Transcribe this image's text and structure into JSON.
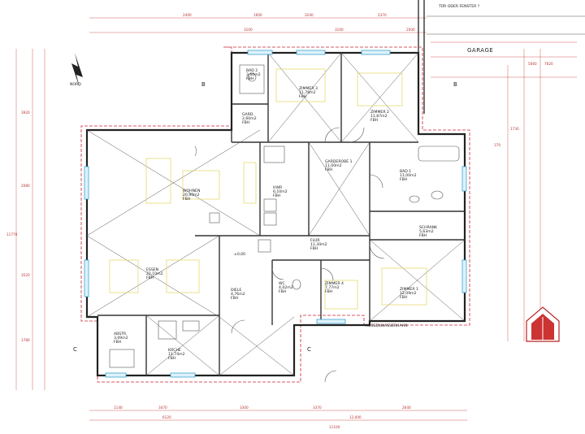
{
  "header": {
    "garage": "GARAGE",
    "door_note": "TÜR ODER FENSTER ?",
    "north": "NORD"
  },
  "section_marks": [
    "B",
    "B",
    "C",
    "C"
  ],
  "rooms": {
    "wohnen": {
      "name": "WOHNEN",
      "area": "20,90m2",
      "unit": "FBH"
    },
    "hwr": {
      "name": "HWR",
      "area": "6,10m2",
      "unit": "FBH"
    },
    "garderobe": {
      "name": "GARDEROBE 1",
      "area": "11,00m2",
      "unit": "FBH"
    },
    "bad1": {
      "name": "BAD 1",
      "area": "11,00m2",
      "unit": "FBH"
    },
    "bad2": {
      "name": "BAD 2",
      "area": "3,66m2",
      "unit": "FBH"
    },
    "garderobe2": {
      "name": "GARD.",
      "area": "2,60m2",
      "unit": "FBH"
    },
    "zimmer3": {
      "name": "ZIMMER 3",
      "area": "11,76m2",
      "unit": "FBH"
    },
    "zimmer2": {
      "name": "ZIMMER 2",
      "area": "11,87m2",
      "unit": "FBH"
    },
    "schrank": {
      "name": "SCHRANK",
      "area": "5,63m2",
      "unit": "FBH"
    },
    "flur": {
      "name": "FLUR",
      "area": "11,30m2",
      "unit": "FBH"
    },
    "essen": {
      "name": "ESSEN",
      "area": "22,10m2",
      "unit": "FBH"
    },
    "diele": {
      "name": "DIELE",
      "area": "4,76m2",
      "unit": "FBH"
    },
    "wc": {
      "name": "WC",
      "area": "4,02m2",
      "unit": "FBH"
    },
    "zimmer4": {
      "name": "ZIMMER 4",
      "area": "7,77m2",
      "unit": "FBH"
    },
    "zimmer1": {
      "name": "ZIMMER 1",
      "area": "12,09m2",
      "unit": "FBH"
    },
    "abstr": {
      "name": "ABSTR.",
      "area": "3,09m2",
      "unit": "FBH"
    },
    "kueche": {
      "name": "KÜCHE",
      "area": "11,74m2",
      "unit": "FBH"
    }
  },
  "notes": {
    "aussenwasserhahn": "AUSSENWASSERHAHN",
    "level": "±0,00"
  },
  "dims": {
    "top": [
      "2400",
      "1600",
      "3240",
      "2370"
    ],
    "top2": [
      "3100",
      "3100",
      "2000"
    ],
    "bottom": [
      "1140",
      "3470",
      "3300",
      "3370",
      "2640"
    ],
    "bottom2": [
      "6120",
      "12,000"
    ],
    "bottom_total": "11100",
    "left": [
      "3920",
      "2080",
      "3520",
      "1780"
    ],
    "left_total": "11770",
    "right": [
      "5660",
      "7820",
      "1730",
      "170"
    ]
  }
}
